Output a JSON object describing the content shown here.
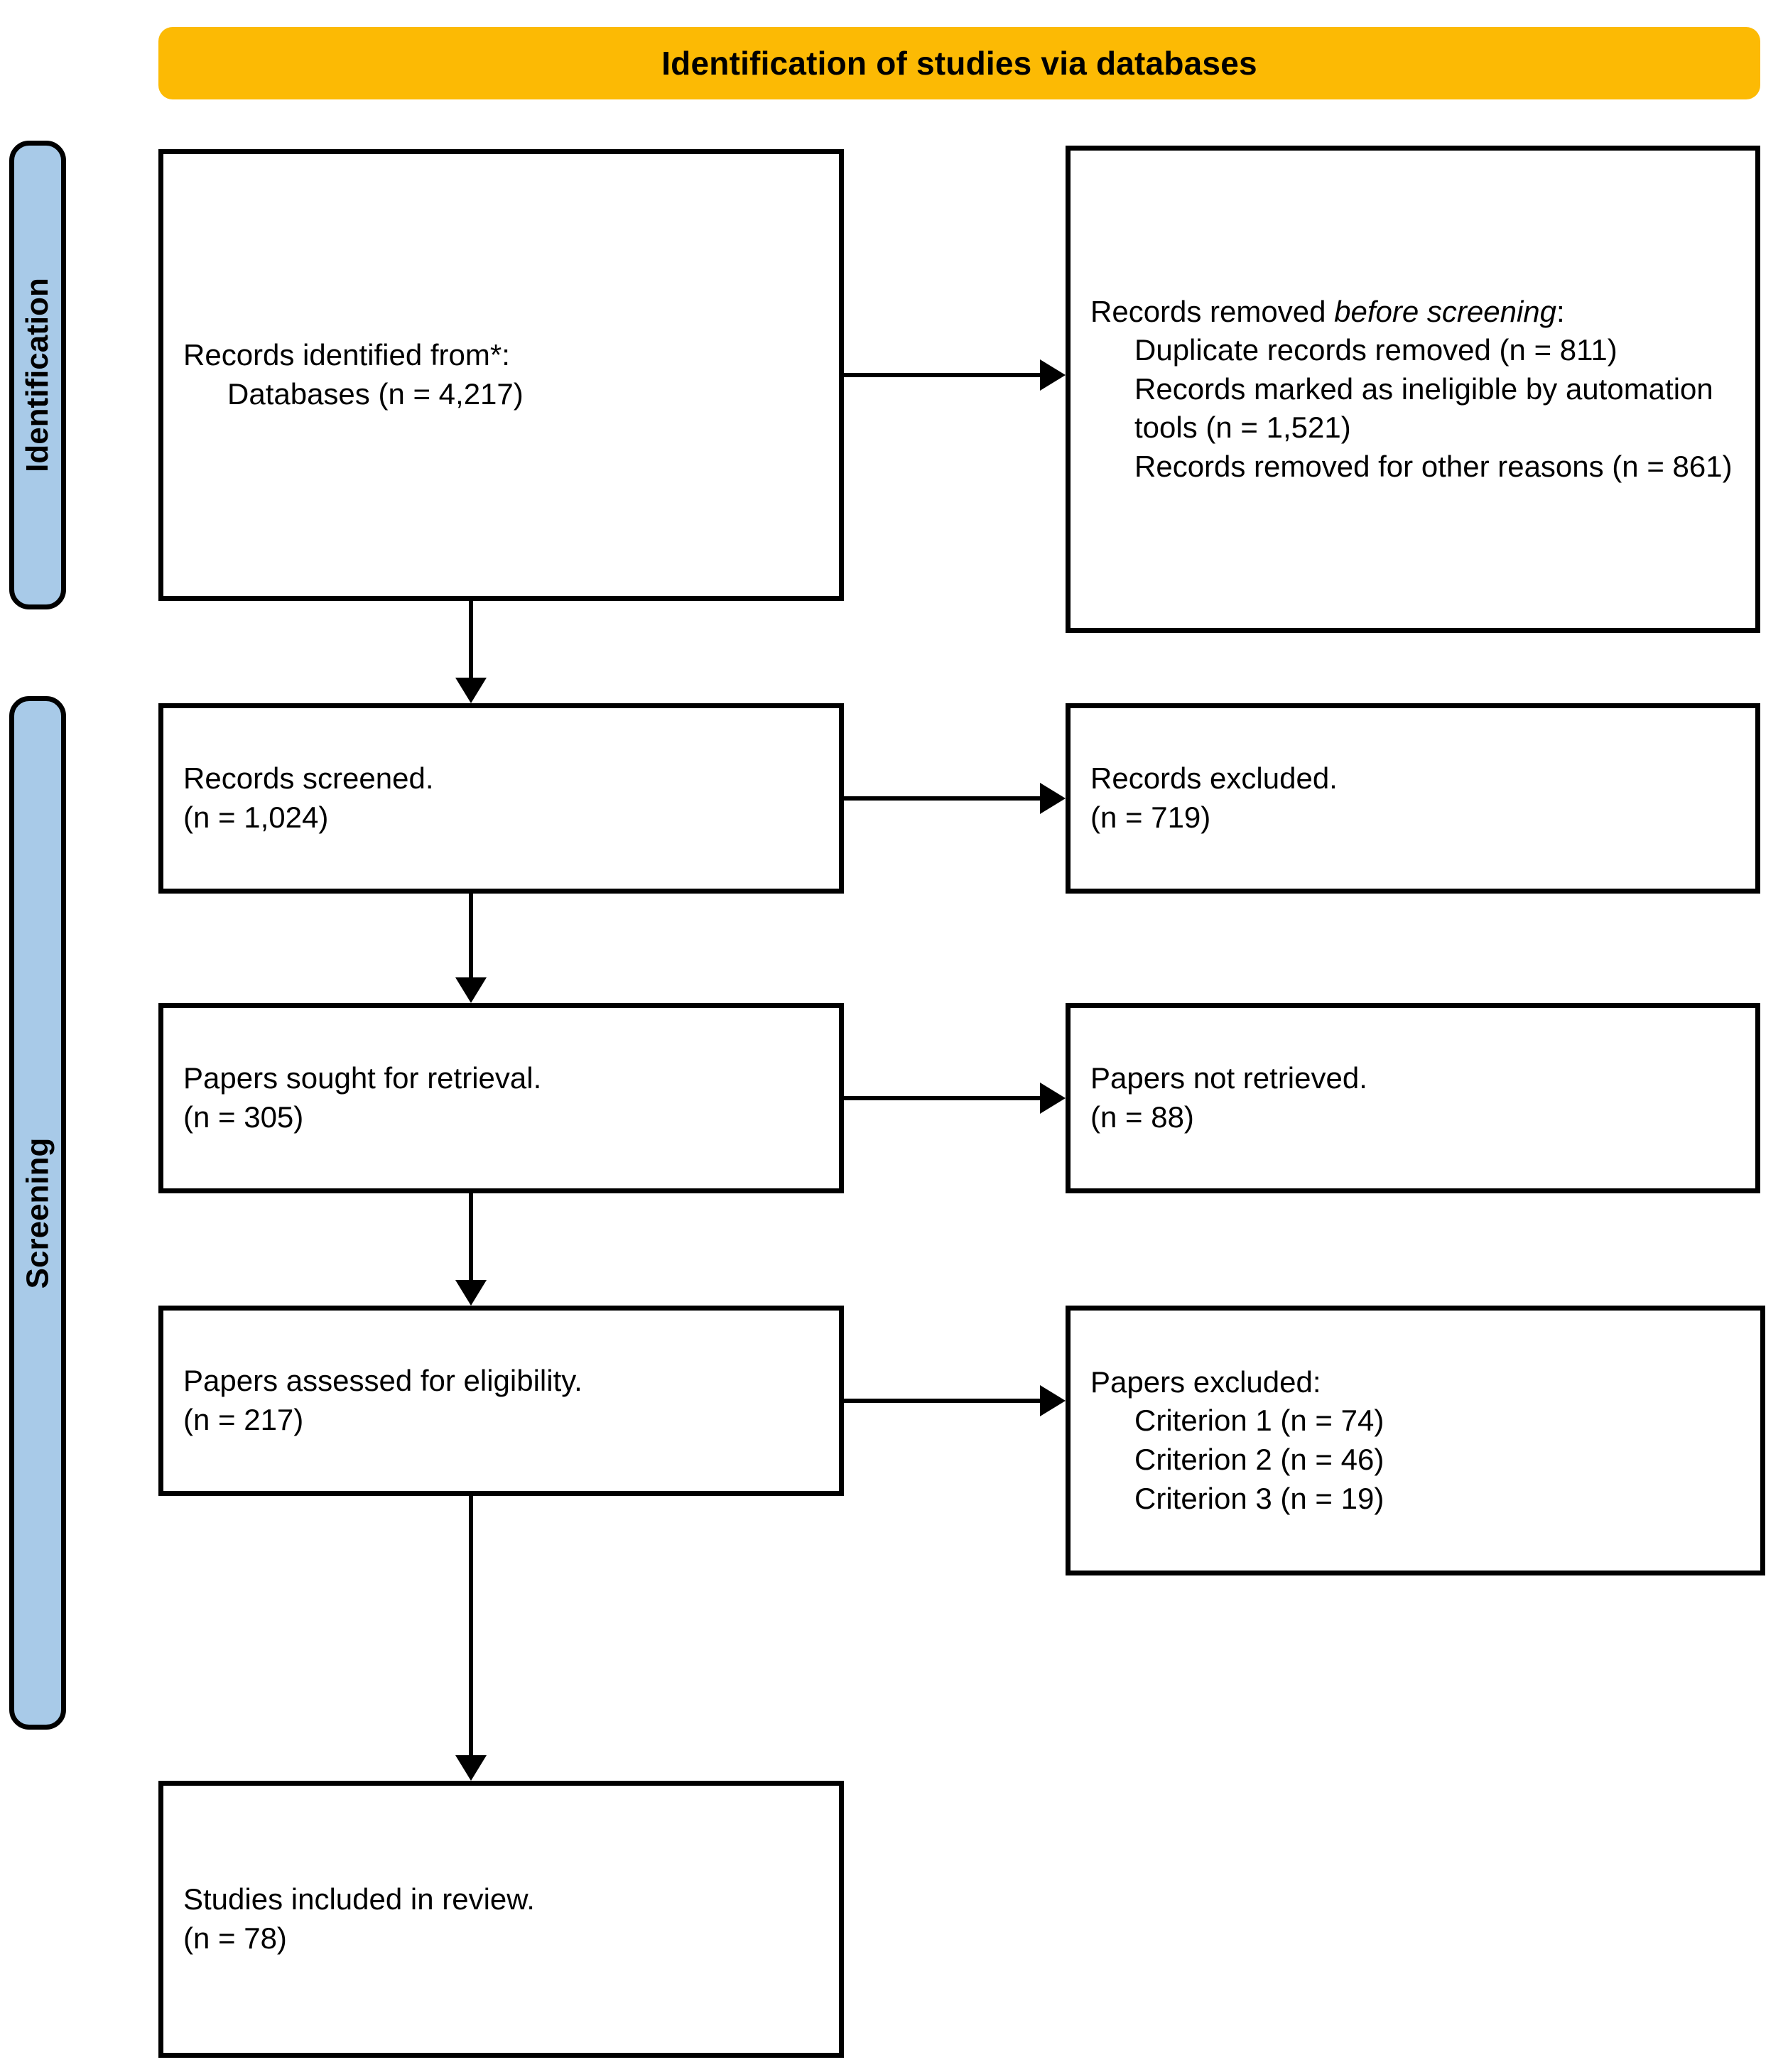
{
  "colors": {
    "banner_background": "#FCBA04",
    "stage_background": "#A8CAE8",
    "border": "#000000",
    "box_background": "#FFFFFF",
    "text": "#000000"
  },
  "banner": {
    "title": "Identification of studies via databases"
  },
  "stages": [
    {
      "id": "identification",
      "label": "Identification"
    },
    {
      "id": "screening",
      "label": "Screening"
    }
  ],
  "boxes": {
    "records_identified": {
      "line1": "Records identified from*:",
      "line2": "Databases (n = 4,217)"
    },
    "records_removed_before": {
      "heading_plain": "Records removed ",
      "heading_italic": "before screening",
      "heading_colon": ":",
      "item1": "Duplicate records removed (n = 811)",
      "item2": "Records marked as ineligible by automation tools (n = 1,521)",
      "item3": "Records removed for other reasons (n = 861)"
    },
    "records_screened": {
      "line1": "Records screened.",
      "line2": "(n = 1,024)"
    },
    "records_excluded": {
      "line1": "Records excluded.",
      "line2": "(n = 719)"
    },
    "papers_sought": {
      "line1": "Papers sought for retrieval.",
      "line2": "(n = 305)"
    },
    "papers_not_retrieved": {
      "line1": "Papers not retrieved.",
      "line2": "(n = 88)"
    },
    "papers_assessed": {
      "line1": "Papers assessed for eligibility.",
      "line2": "(n = 217)"
    },
    "papers_excluded": {
      "heading": "Papers excluded:",
      "item1": "Criterion 1 (n = 74)",
      "item2": "Criterion 2 (n = 46)",
      "item3": "Criterion 3 (n = 19)"
    },
    "studies_included": {
      "line1": "Studies included in review.",
      "line2": "(n = 78)"
    }
  },
  "chart_data": {
    "type": "diagram",
    "title": "Identification of studies via databases",
    "diagram_kind": "PRISMA flow diagram",
    "stages": [
      "Identification",
      "Screening"
    ],
    "nodes": [
      {
        "id": "records_identified",
        "stage": "Identification",
        "label": "Records identified from*: Databases",
        "n": 4217
      },
      {
        "id": "duplicate_records_removed",
        "stage": "Identification",
        "label": "Duplicate records removed",
        "n": 811
      },
      {
        "id": "records_ineligible_automation",
        "stage": "Identification",
        "label": "Records marked as ineligible by automation tools",
        "n": 1521
      },
      {
        "id": "records_removed_other",
        "stage": "Identification",
        "label": "Records removed for other reasons",
        "n": 861
      },
      {
        "id": "records_screened",
        "stage": "Screening",
        "label": "Records screened.",
        "n": 1024
      },
      {
        "id": "records_excluded",
        "stage": "Screening",
        "label": "Records excluded.",
        "n": 719
      },
      {
        "id": "papers_sought",
        "stage": "Screening",
        "label": "Papers sought for retrieval.",
        "n": 305
      },
      {
        "id": "papers_not_retrieved",
        "stage": "Screening",
        "label": "Papers not retrieved.",
        "n": 88
      },
      {
        "id": "papers_assessed",
        "stage": "Screening",
        "label": "Papers assessed for eligibility.",
        "n": 217
      },
      {
        "id": "criterion_1",
        "stage": "Screening",
        "label": "Criterion 1",
        "n": 74
      },
      {
        "id": "criterion_2",
        "stage": "Screening",
        "label": "Criterion 2",
        "n": 46
      },
      {
        "id": "criterion_3",
        "stage": "Screening",
        "label": "Criterion 3",
        "n": 19
      },
      {
        "id": "studies_included",
        "stage": "Included",
        "label": "Studies included in review.",
        "n": 78
      }
    ],
    "edges": [
      {
        "from": "records_identified",
        "to": "records_removed_before",
        "direction": "right"
      },
      {
        "from": "records_identified",
        "to": "records_screened",
        "direction": "down"
      },
      {
        "from": "records_screened",
        "to": "records_excluded",
        "direction": "right"
      },
      {
        "from": "records_screened",
        "to": "papers_sought",
        "direction": "down"
      },
      {
        "from": "papers_sought",
        "to": "papers_not_retrieved",
        "direction": "right"
      },
      {
        "from": "papers_sought",
        "to": "papers_assessed",
        "direction": "down"
      },
      {
        "from": "papers_assessed",
        "to": "papers_excluded",
        "direction": "right"
      },
      {
        "from": "papers_assessed",
        "to": "studies_included",
        "direction": "down"
      }
    ]
  }
}
